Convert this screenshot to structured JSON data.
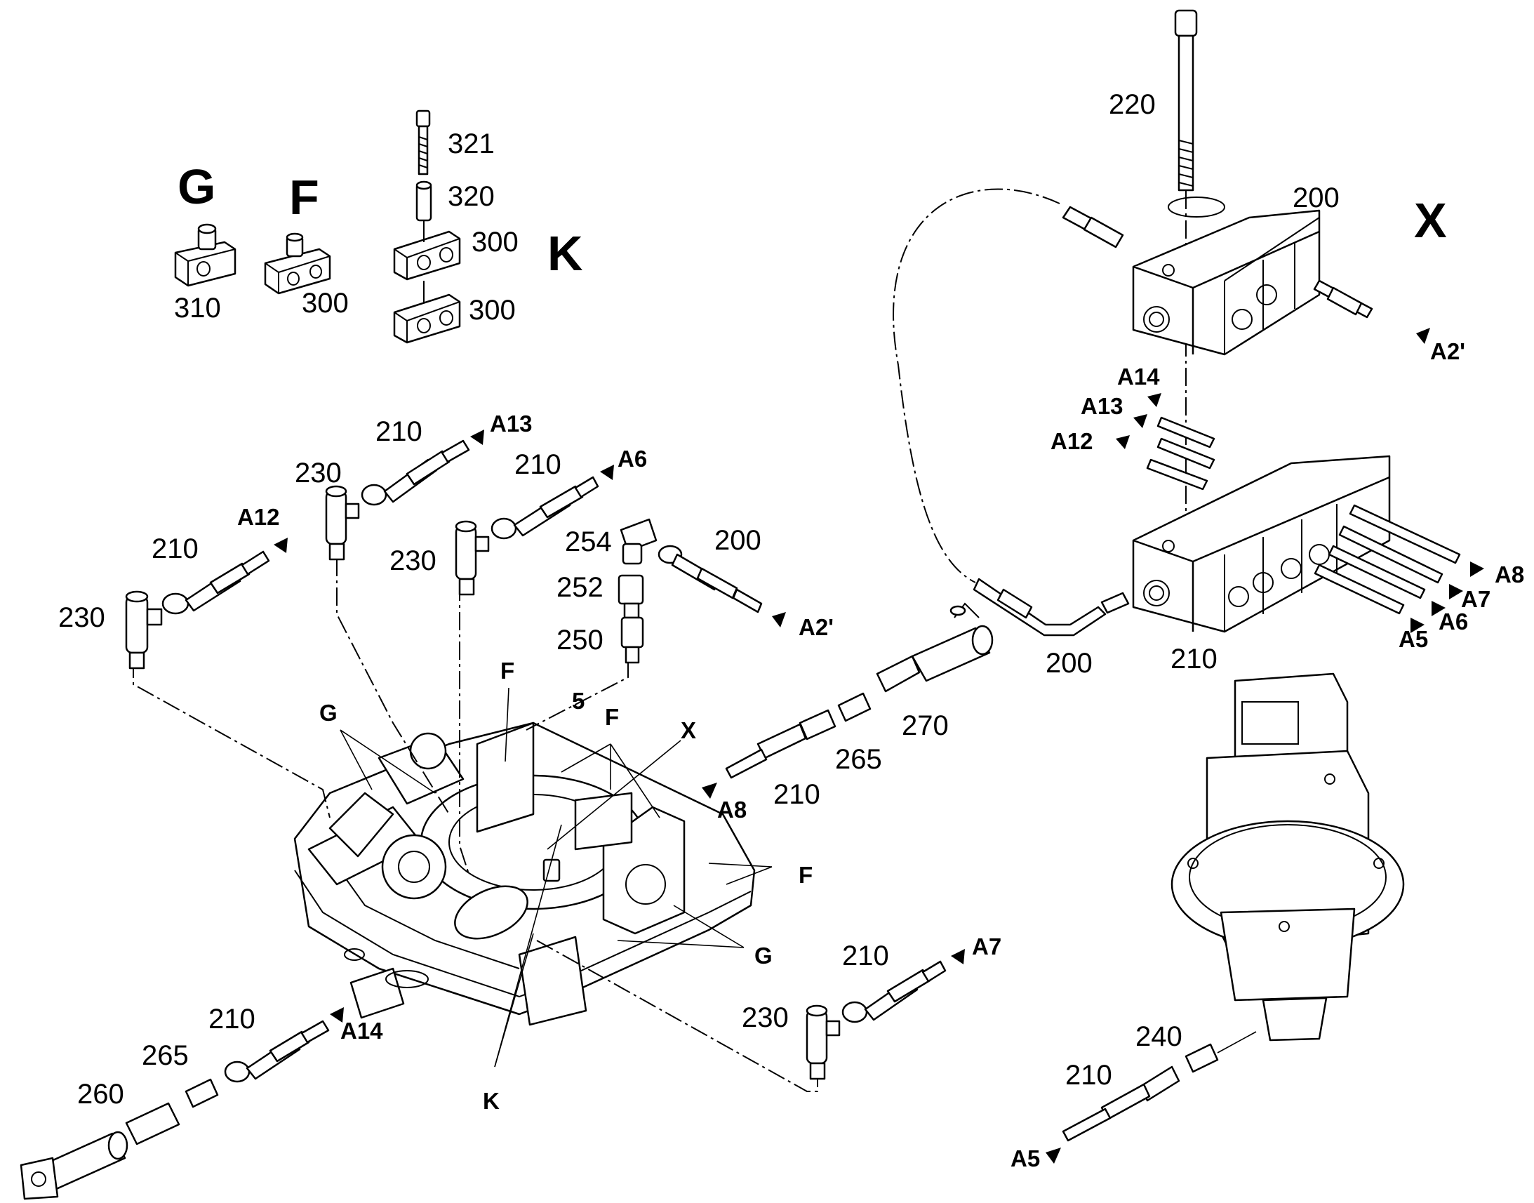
{
  "diagram": {
    "callouts": {
      "letter_G": "G",
      "letter_F": "F",
      "letter_K": "K",
      "letter_X": "X",
      "p321": "321",
      "p320": "320",
      "p300_a": "300",
      "p300_b": "300",
      "p300_c": "300",
      "p310": "310",
      "p220": "220",
      "p200_top": "200",
      "p200_mid": "200",
      "p200_bot": "200",
      "p210_block": "210",
      "p210_a13": "210",
      "p230_a13": "230",
      "p210_a6": "210",
      "p230_a6": "230",
      "p210_a12": "210",
      "p230_a12": "230",
      "p254": "254",
      "p252": "252",
      "p250": "250",
      "p270": "270",
      "p265_mid": "265",
      "p210_a8": "210",
      "p210_a7": "210",
      "p230_a7": "230",
      "p210_a14": "210",
      "p265_low": "265",
      "p260": "260",
      "p240": "240",
      "p210_a5": "210",
      "five": "5",
      "tag_G_top": "G",
      "tag_F_top": "F",
      "tag_F_mid": "F",
      "tag_X": "X",
      "tag_F_right": "F",
      "tag_G_low": "G",
      "tag_K": "K"
    },
    "connections": {
      "A2_top": "A2'",
      "A2_mid": "A2'",
      "A14_top": "A14",
      "A13_top": "A13",
      "A12_top": "A12",
      "A8_right": "A8",
      "A7_right": "A7",
      "A6_right": "A6",
      "A5_right": "A5",
      "A13_hose": "A13",
      "A6_hose": "A6",
      "A12_hose": "A12",
      "A8_hose": "A8",
      "A7_hose": "A7",
      "A14_hose": "A14",
      "A5_hose": "A5"
    }
  }
}
